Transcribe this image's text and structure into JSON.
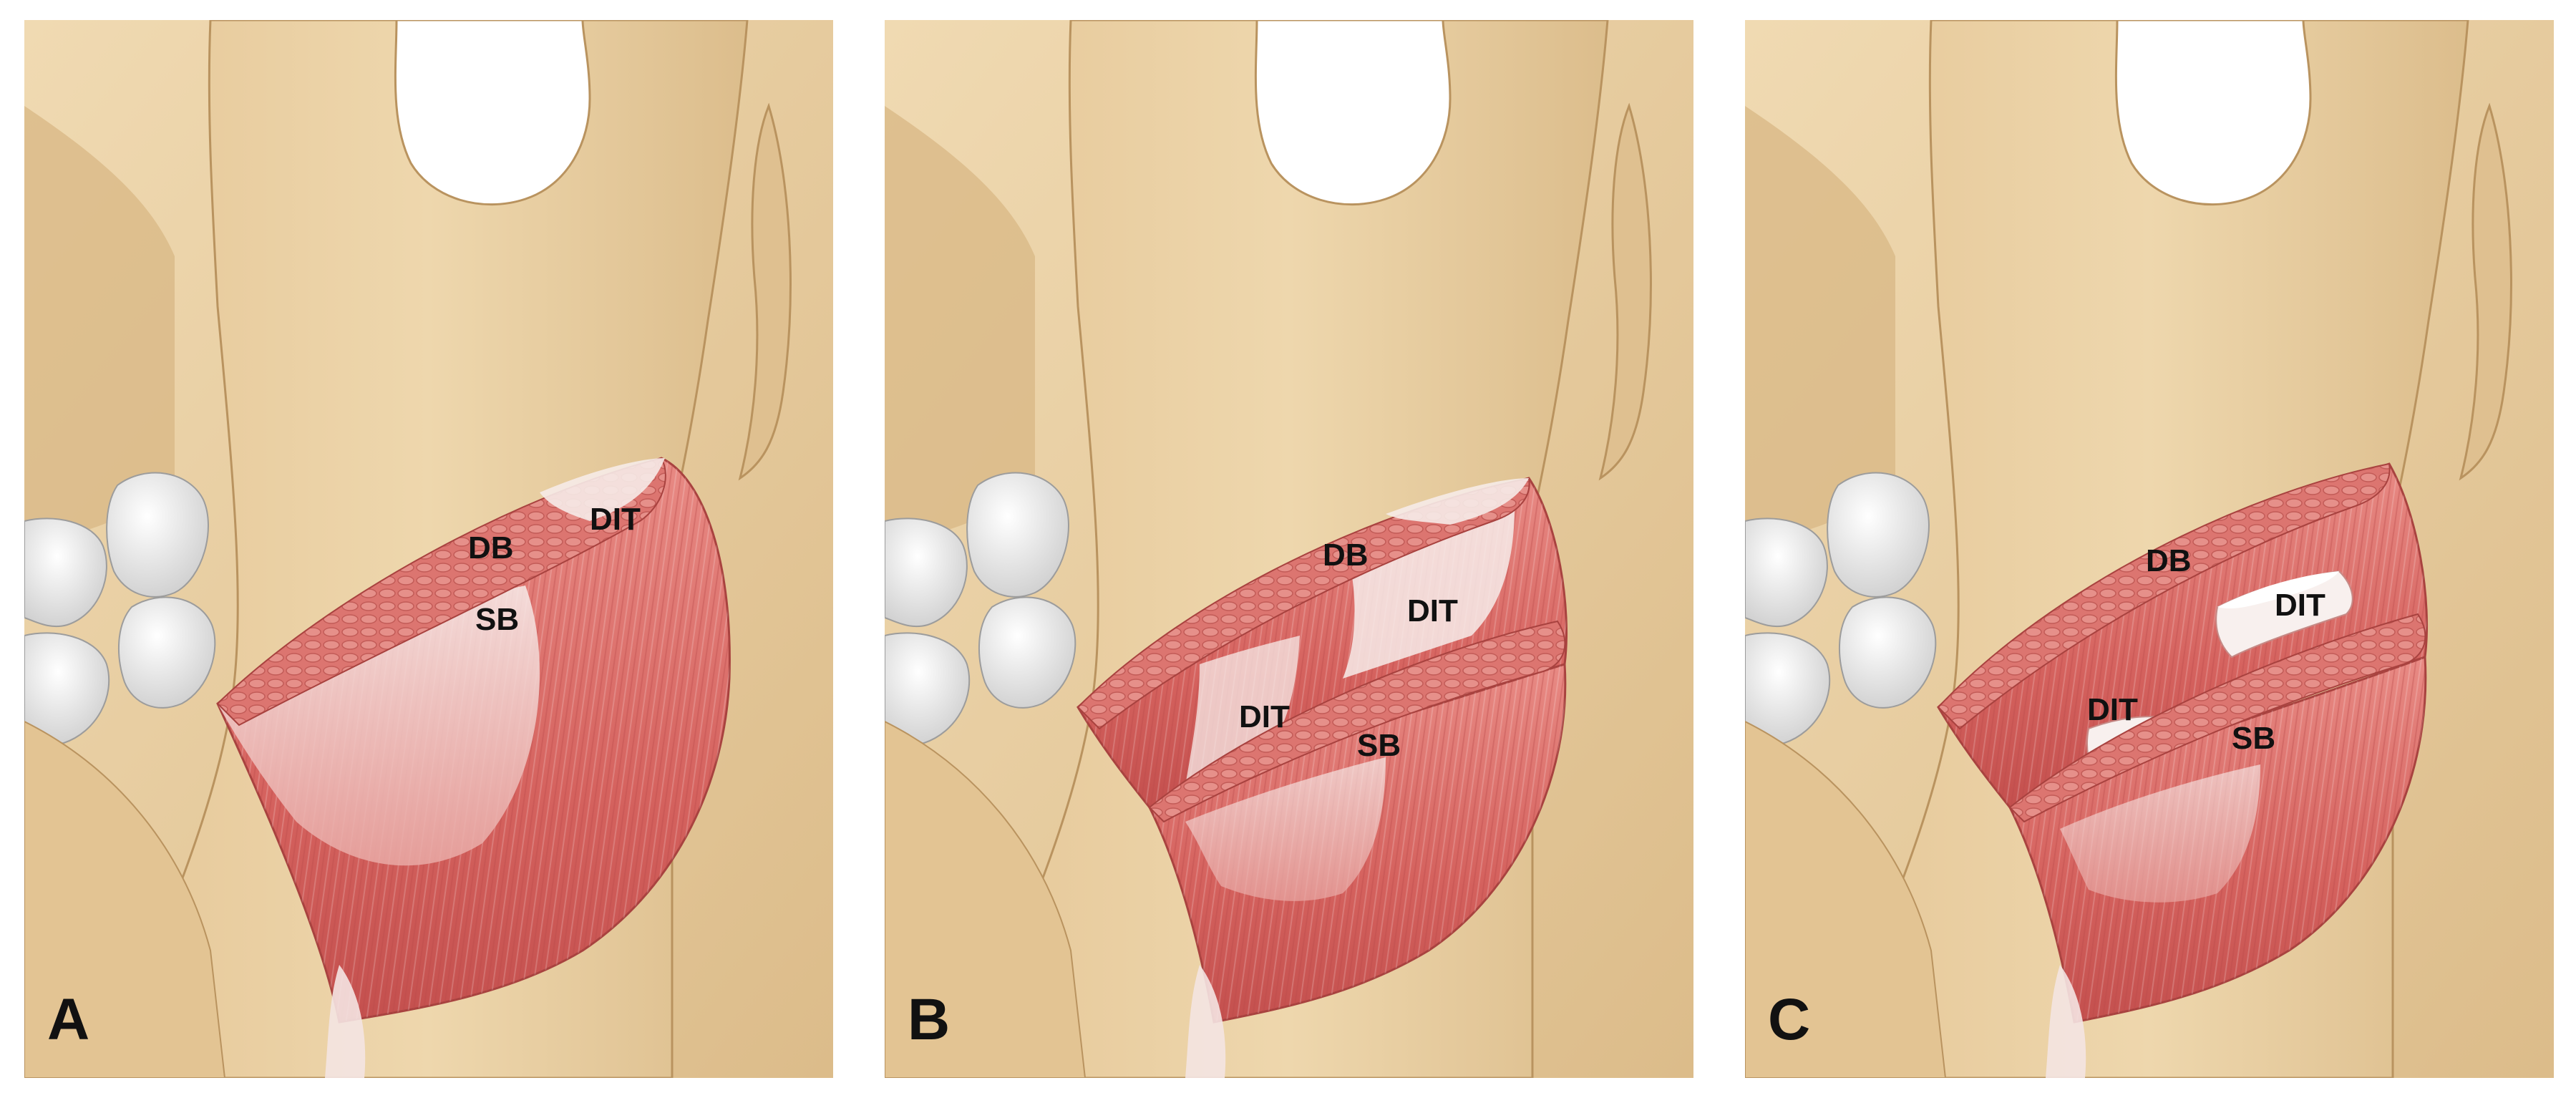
{
  "panels": [
    {
      "letter": "A",
      "labels": {
        "db": "DB",
        "dit": "DIT",
        "sb": "SB"
      }
    },
    {
      "letter": "B",
      "labels": {
        "db": "DB",
        "dit_upper": "DIT",
        "dit_lower": "DIT",
        "sb": "SB"
      }
    },
    {
      "letter": "C",
      "labels": {
        "db": "DB",
        "dit_upper": "DIT",
        "dit_lower": "DIT",
        "sb": "SB"
      }
    }
  ],
  "colors": {
    "bone": "#e9cfa2",
    "bone_shadow": "#c9a877",
    "muscle": "#d9706c",
    "muscle_dark": "#b94b4b",
    "tendon": "#f4e4e2",
    "tooth": "#ececec"
  }
}
